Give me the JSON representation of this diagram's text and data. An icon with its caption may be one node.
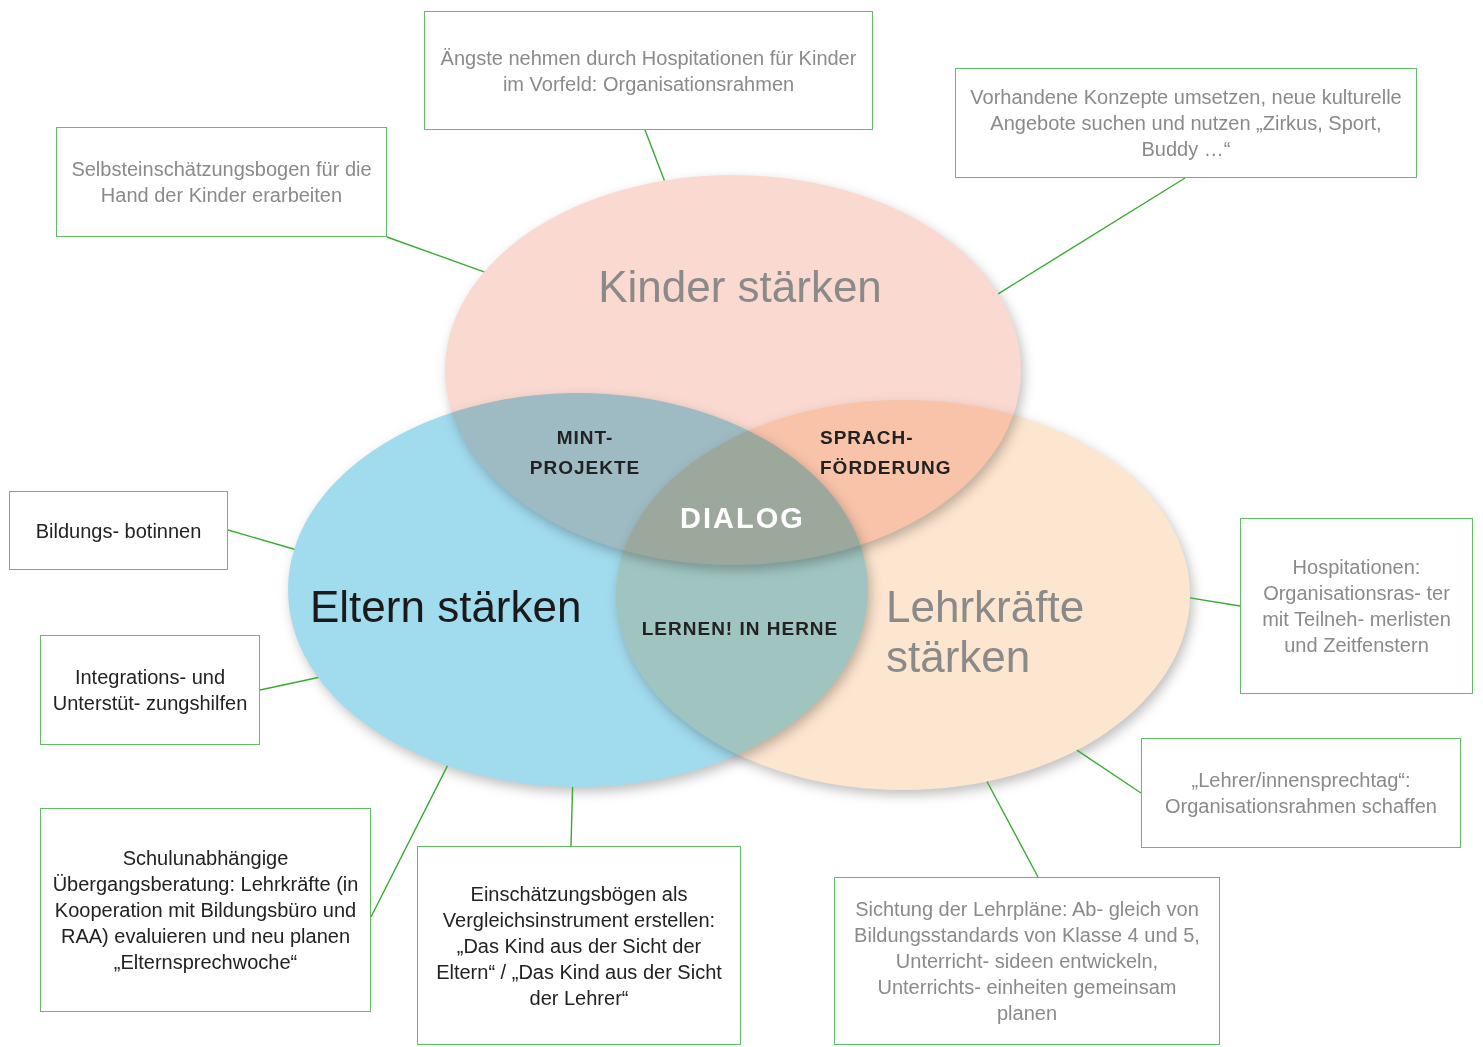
{
  "diagram": {
    "nodes": [
      {
        "text": [
          "Kinder stärken"
        ]
      },
      {
        "text": [
          "Eltern stärken"
        ]
      },
      {
        "text": [
          "Lehrkräfte stärken"
        ]
      },
      {
        "text": [
          "Ängste nehmen durch Hospitationen für Kinder im Vorfeld: Organisationsrahmen"
        ]
      },
      {
        "text": [
          "Vorhandene Konzepte umsetzen, neue kulturelle Angebote suchen und nutzen „Zirkus, Sport, Buddy …“"
        ]
      },
      {
        "text": [
          "Selbsteinschätzungsbogen für die Hand der Kinder erarbeiten"
        ]
      },
      {
        "text": [
          "Bildungs- botinnen"
        ]
      },
      {
        "text": [
          "Hospitationen: Organisationsras- ter mit Teilneh- merlisten und Zeitfenstern"
        ]
      },
      {
        "text": [
          "Integrations- und Unterstüt- zungshilfen"
        ]
      },
      {
        "text": [
          "„Lehrer/innensprechtag“: Organisationsrahmen schaffen"
        ]
      },
      {
        "text": [
          "Schulunabhängige Übergangsberatung: Lehrkräfte (in Kooperation mit Bildungsbüro und RAA) evaluieren und neu planen „Elternsprechwoche“"
        ]
      },
      {
        "text": [
          "Einschätzungsbögen als Vergleichsinstrument erstellen: „Das Kind aus der Sicht der Eltern“ / „Das Kind aus der Sicht der Lehrer“"
        ]
      },
      {
        "text": [
          "Sichtung der Lehrpläne: Ab- gleich von Bildungsstandards von Klasse 4 und 5, Unterricht- sideen entwickeln, Unterrichts- einheiten gemeinsam planen"
        ]
      }
    ],
    "edges": [
      {
        "from": 3,
        "to": 0,
        "arrow": "none"
      },
      {
        "from": 4,
        "to": 0,
        "arrow": "none"
      },
      {
        "from": 5,
        "to": 0,
        "arrow": "none"
      },
      {
        "from": 6,
        "to": 1,
        "arrow": "none"
      },
      {
        "from": 7,
        "to": 2,
        "arrow": "none"
      },
      {
        "from": 8,
        "to": 1,
        "arrow": "none"
      },
      {
        "from": 9,
        "to": 2,
        "arrow": "none"
      },
      {
        "from": 10,
        "to": 1,
        "arrow": "none"
      },
      {
        "from": 11,
        "to": 1,
        "arrow": "none"
      },
      {
        "from": 12,
        "to": 2,
        "arrow": "none"
      }
    ],
    "labels": [
      "MINT- PROJEKTE",
      "SPRACH- FÖRDERUNG",
      "DIALOG",
      "LERNEN! IN HERNE"
    ]
  }
}
